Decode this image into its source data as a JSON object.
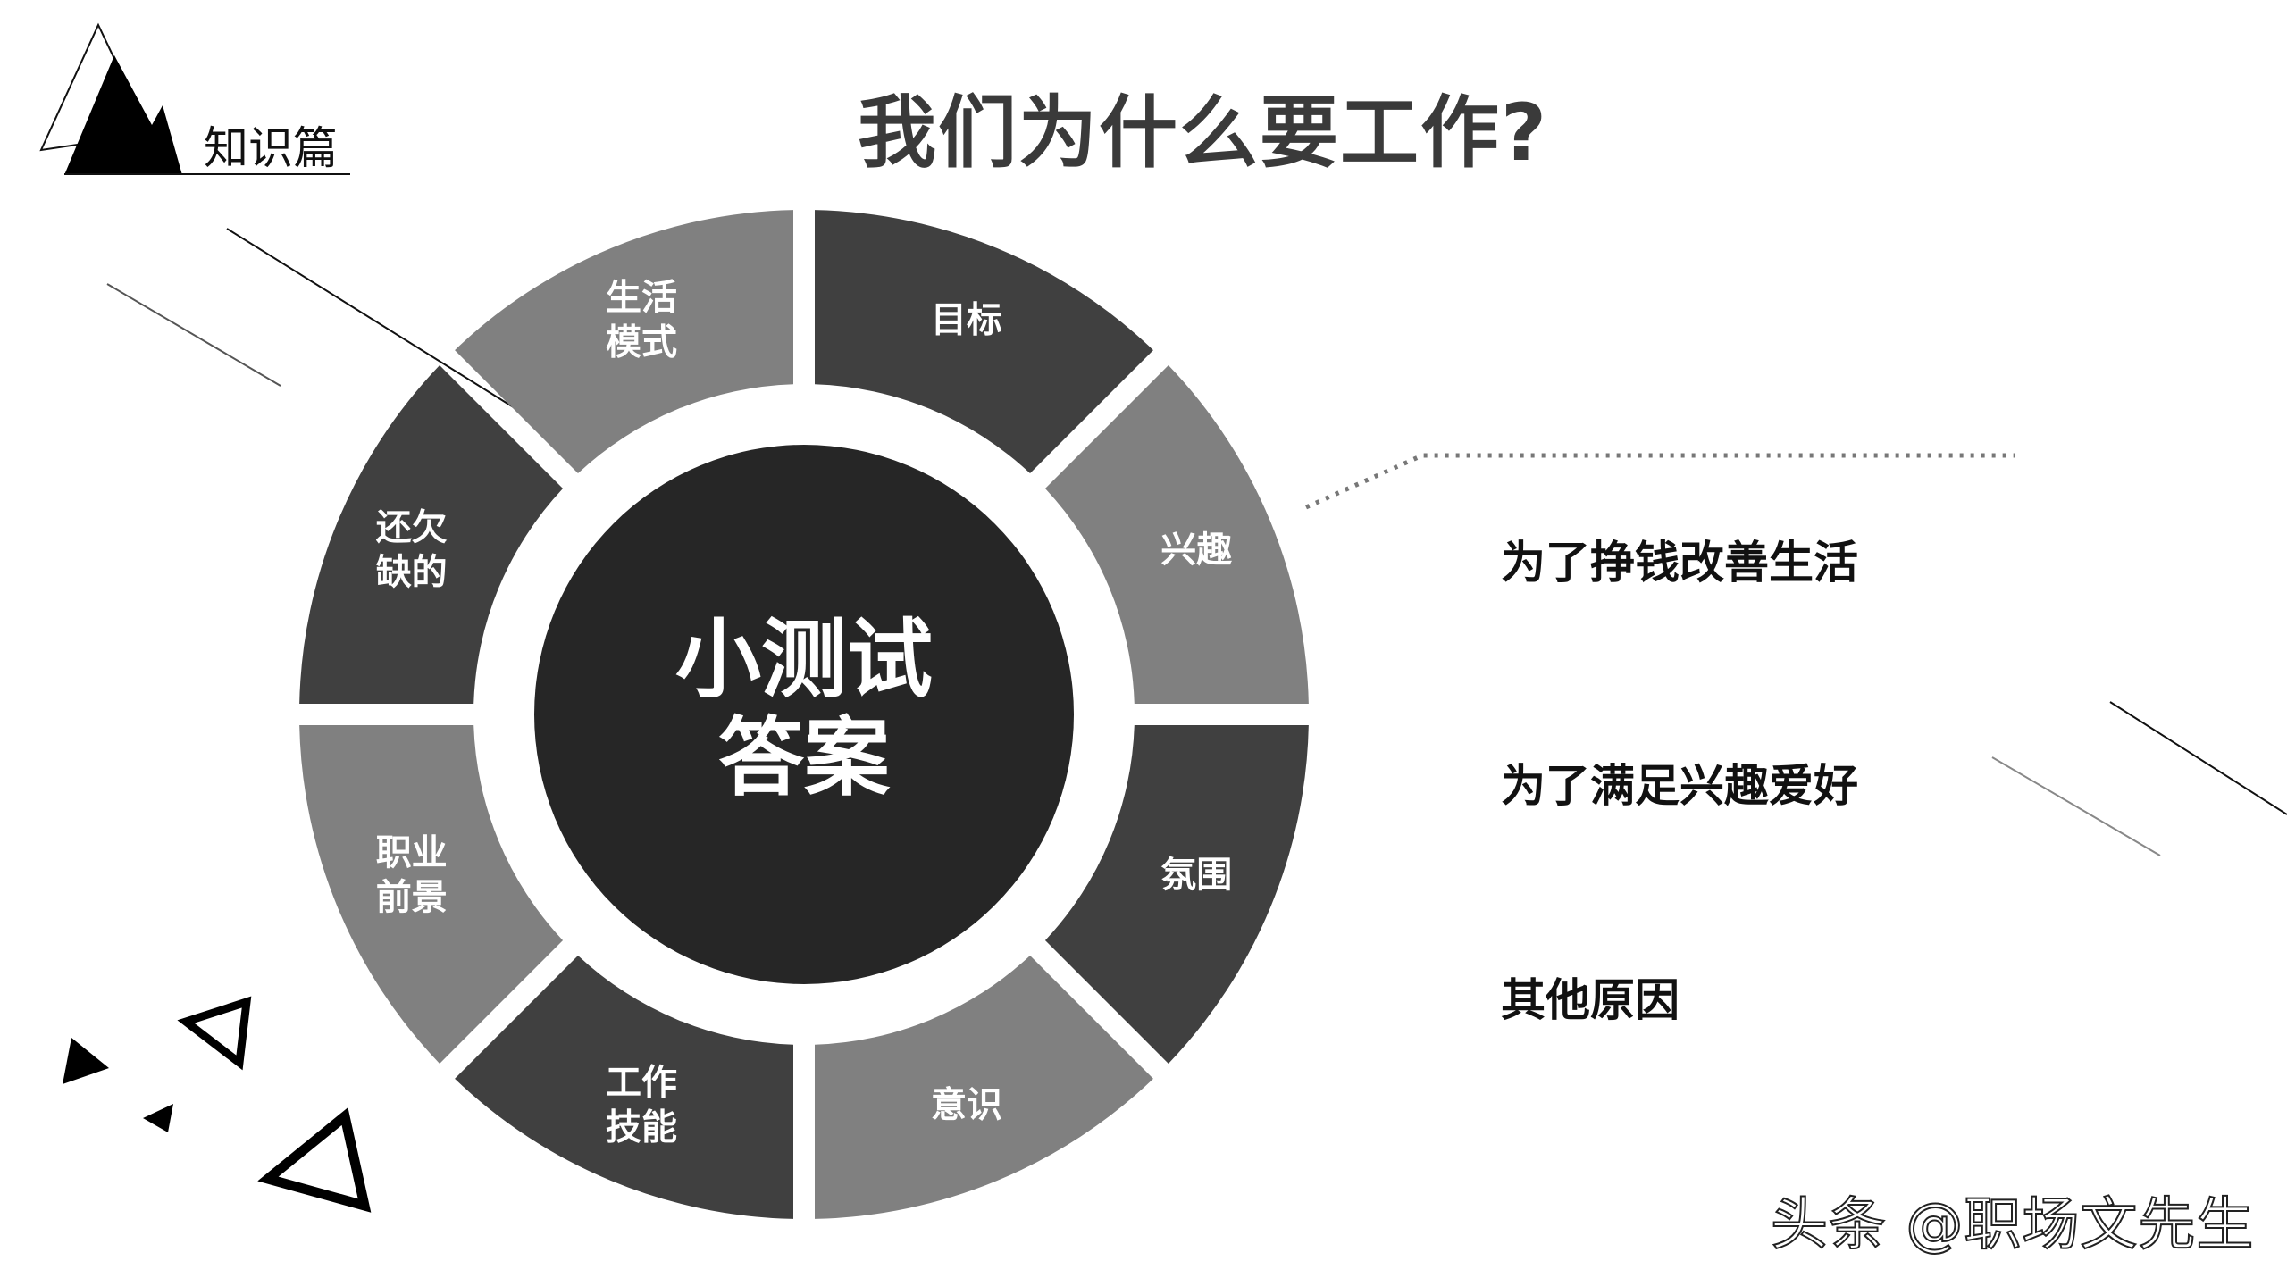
{
  "slide": {
    "title": "我们为什么要工作?",
    "section_label": "知识篇"
  },
  "wheel": {
    "center_lines": [
      "小测试",
      "答案"
    ],
    "segments": [
      {
        "lines": [
          "目标"
        ],
        "color": "#404040"
      },
      {
        "lines": [
          "兴趣"
        ],
        "color": "#808080"
      },
      {
        "lines": [
          "氛围"
        ],
        "color": "#404040"
      },
      {
        "lines": [
          "意识"
        ],
        "color": "#808080"
      },
      {
        "lines": [
          "工作",
          "技能"
        ],
        "color": "#404040"
      },
      {
        "lines": [
          "职业",
          "前景"
        ],
        "color": "#808080"
      },
      {
        "lines": [
          "还欠",
          "缺的"
        ],
        "color": "#404040"
      },
      {
        "lines": [
          "生活",
          "模式"
        ],
        "color": "#808080"
      }
    ],
    "center_color": "#262626"
  },
  "answers": [
    "为了挣钱改善生活",
    "为了满足兴趣爱好",
    "其他原因"
  ],
  "watermark": "头条 @职场文先生"
}
